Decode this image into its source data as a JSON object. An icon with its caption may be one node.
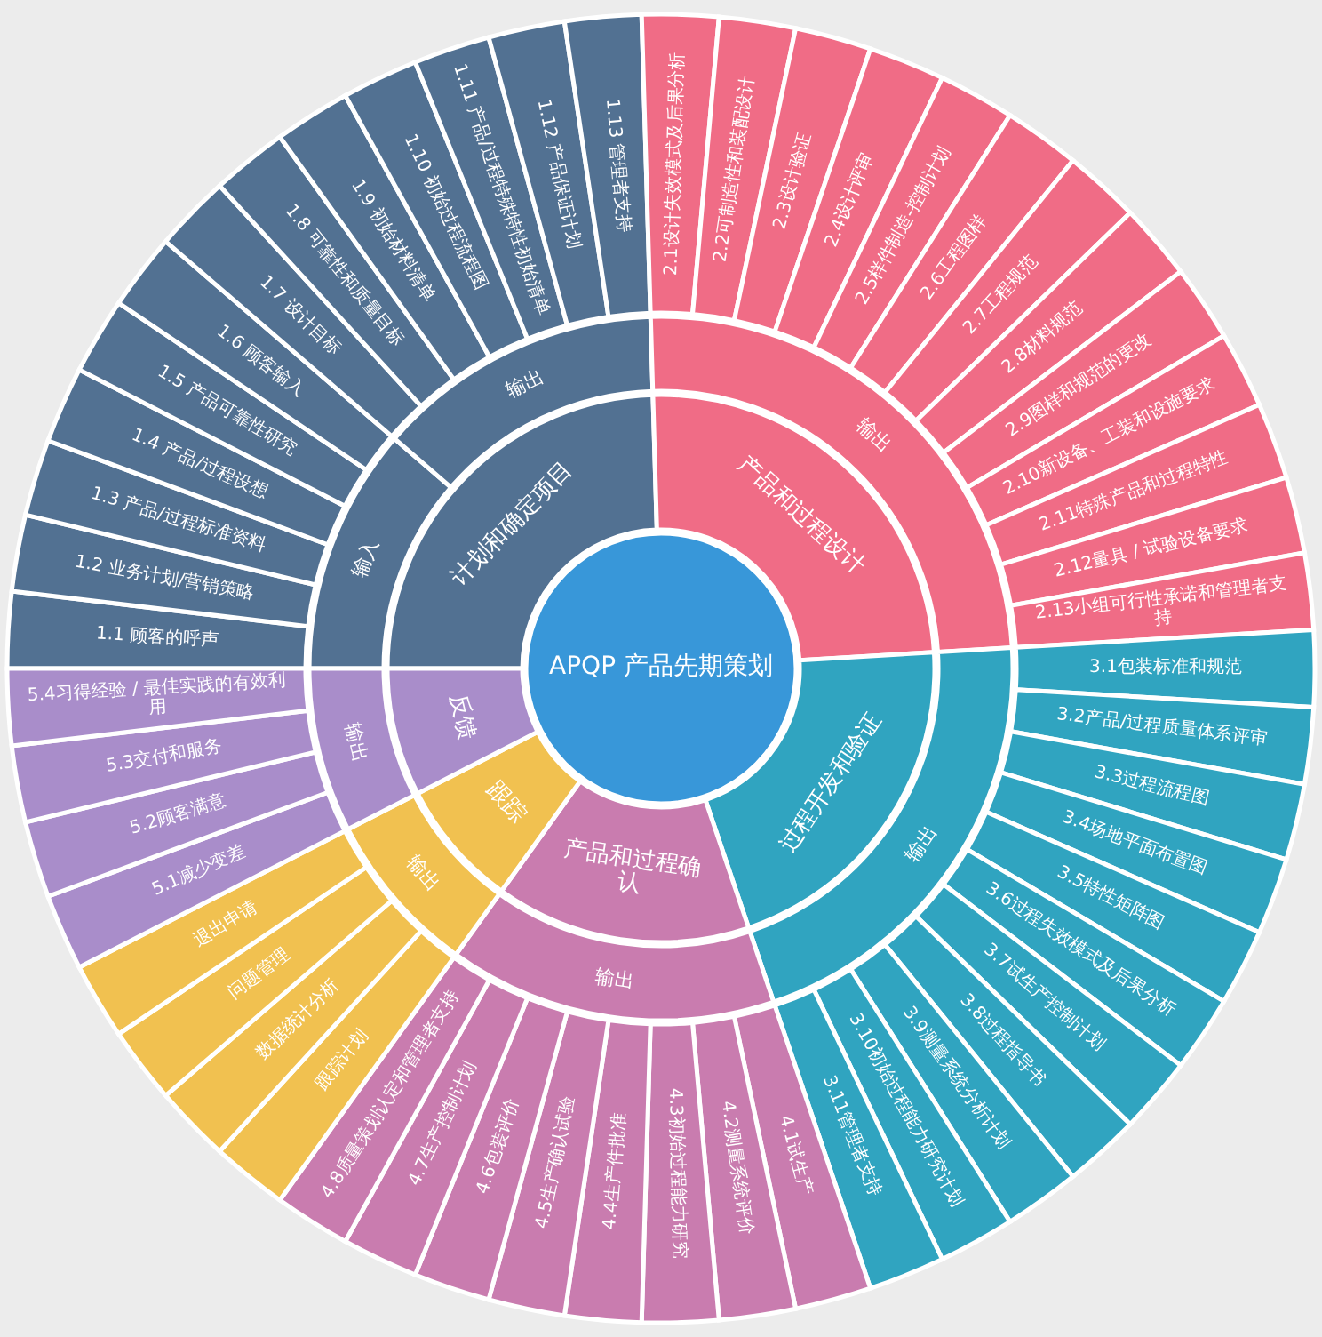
{
  "diagram": {
    "nodes": [
      {
        "text": [
          "APQP 产品先期策划"
        ]
      },
      {
        "text": [
          "计划和确定项目"
        ]
      },
      {
        "text": [
          "输入"
        ]
      },
      {
        "text": [
          "1.1 顾客的呼声"
        ]
      },
      {
        "text": [
          "1.2 业务计划/营销策略"
        ]
      },
      {
        "text": [
          "1.3 产品/过程标准资料"
        ]
      },
      {
        "text": [
          "1.4 产品/过程设想"
        ]
      },
      {
        "text": [
          "1.5 产品可靠性研究"
        ]
      },
      {
        "text": [
          "1.6 顾客输入"
        ]
      },
      {
        "text": [
          "输出"
        ]
      },
      {
        "text": [
          "1.7 设计目标"
        ]
      },
      {
        "text": [
          "1.8 可靠性和质量目标"
        ]
      },
      {
        "text": [
          "1.9 初始材料清单"
        ]
      },
      {
        "text": [
          "1.10 初始过程流程图"
        ]
      },
      {
        "text": [
          "1.11 产品/过程特殊特性初始清单"
        ]
      },
      {
        "text": [
          "1.12 产品保证计划"
        ]
      },
      {
        "text": [
          "1.13 管理者支持"
        ]
      },
      {
        "text": [
          "产品和过程设计"
        ]
      },
      {
        "text": [
          "输出"
        ]
      },
      {
        "text": [
          "2.1设计失效模式及后果分析"
        ]
      },
      {
        "text": [
          "2.2可制造性和装配设计"
        ]
      },
      {
        "text": [
          "2.3设计验证"
        ]
      },
      {
        "text": [
          "2.4设计评审"
        ]
      },
      {
        "text": [
          "2.5样件制造-控制计划"
        ]
      },
      {
        "text": [
          "2.6工程图样"
        ]
      },
      {
        "text": [
          "2.7工程规范"
        ]
      },
      {
        "text": [
          "2.8材料规范"
        ]
      },
      {
        "text": [
          "2.9图样和规范的更改"
        ]
      },
      {
        "text": [
          "2.10新设备、工装和设施要求"
        ]
      },
      {
        "text": [
          "2.11特殊产品和过程特性"
        ]
      },
      {
        "text": [
          "2.12量具 / 试验设备要求"
        ]
      },
      {
        "text": [
          "2.13小组可行性承诺和管理者支持"
        ]
      },
      {
        "text": [
          "过程开发和验证"
        ]
      },
      {
        "text": [
          "输出"
        ]
      },
      {
        "text": [
          "3.1包装标准和规范"
        ]
      },
      {
        "text": [
          "3.2产品/过程质量体系评审"
        ]
      },
      {
        "text": [
          "3.3过程流程图"
        ]
      },
      {
        "text": [
          "3.4场地平面布置图"
        ]
      },
      {
        "text": [
          "3.5特性矩阵图"
        ]
      },
      {
        "text": [
          "3.6过程失效模式及后果分析"
        ]
      },
      {
        "text": [
          "3.7试生产控制计划"
        ]
      },
      {
        "text": [
          "3.8过程指导书"
        ]
      },
      {
        "text": [
          "3.9测量系统分析计划"
        ]
      },
      {
        "text": [
          "3.10初始过程能力研究计划"
        ]
      },
      {
        "text": [
          "3.11管理者支持"
        ]
      },
      {
        "text": [
          "产品和过程确认"
        ]
      },
      {
        "text": [
          "输出"
        ]
      },
      {
        "text": [
          "4.1试生产"
        ]
      },
      {
        "text": [
          "4.2测量系统评价"
        ]
      },
      {
        "text": [
          "4.3初始过程能力研究"
        ]
      },
      {
        "text": [
          "4.4生产件批准"
        ]
      },
      {
        "text": [
          "4.5生产确认试验"
        ]
      },
      {
        "text": [
          "4.6包装评价"
        ]
      },
      {
        "text": [
          "4.7生产控制计划"
        ]
      },
      {
        "text": [
          "4.8质量策划认定和管理者支持"
        ]
      },
      {
        "text": [
          "跟踪"
        ]
      },
      {
        "text": [
          "输出"
        ]
      },
      {
        "text": [
          "跟踪计划"
        ]
      },
      {
        "text": [
          "数据统计分析"
        ]
      },
      {
        "text": [
          "问题管理"
        ]
      },
      {
        "text": [
          "退出申请"
        ]
      },
      {
        "text": [
          "反馈"
        ]
      },
      {
        "text": [
          "输出"
        ]
      },
      {
        "text": [
          "5.1减少变差"
        ]
      },
      {
        "text": [
          "5.2顾客满意"
        ]
      },
      {
        "text": [
          "5.3交付和服务"
        ]
      },
      {
        "text": [
          "5.4习得经验 / 最佳实践的有效利用"
        ]
      }
    ]
  }
}
